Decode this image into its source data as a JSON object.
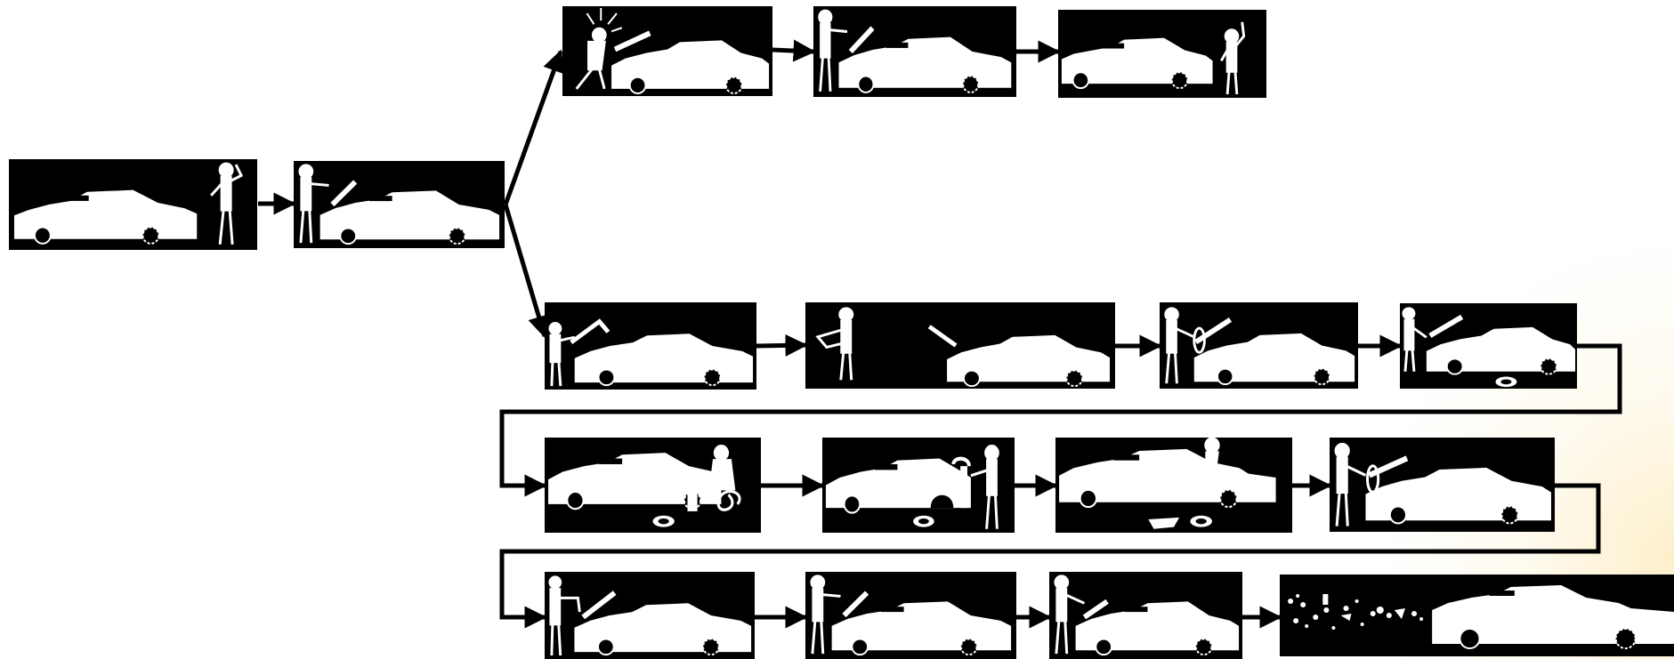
{
  "diagram": {
    "panels": [
      {
        "id": "p1",
        "scene": "car-person-head-scratch"
      },
      {
        "id": "p2",
        "scene": "person-opens-hood"
      },
      {
        "id": "p3",
        "scene": "person-hit-by-hood-sparks"
      },
      {
        "id": "p4",
        "scene": "person-opens-hood"
      },
      {
        "id": "p5",
        "scene": "car-person-thumbs-up"
      },
      {
        "id": "p6",
        "scene": "person-opens-hood"
      },
      {
        "id": "p7",
        "scene": "person-walks-away-hood-open"
      },
      {
        "id": "p8",
        "scene": "person-with-tire-hood-open"
      },
      {
        "id": "p9",
        "scene": "hood-open-tire-on-ground"
      },
      {
        "id": "p10",
        "scene": "person-kneeling-with-hose"
      },
      {
        "id": "p11",
        "scene": "person-with-jack-tire-off"
      },
      {
        "id": "p12",
        "scene": "person-behind-car-tools-on-ground"
      },
      {
        "id": "p13",
        "scene": "person-closes-hood"
      },
      {
        "id": "p14",
        "scene": "person-at-hood"
      },
      {
        "id": "p15",
        "scene": "person-closes-hood"
      },
      {
        "id": "p16",
        "scene": "person-closes-hood"
      },
      {
        "id": "p17",
        "scene": "car-drives-away-exhaust"
      }
    ],
    "colors": {
      "panel": "#000000",
      "figure": "#ffffff",
      "arrow": "#000000",
      "background": "#ffffff"
    }
  }
}
